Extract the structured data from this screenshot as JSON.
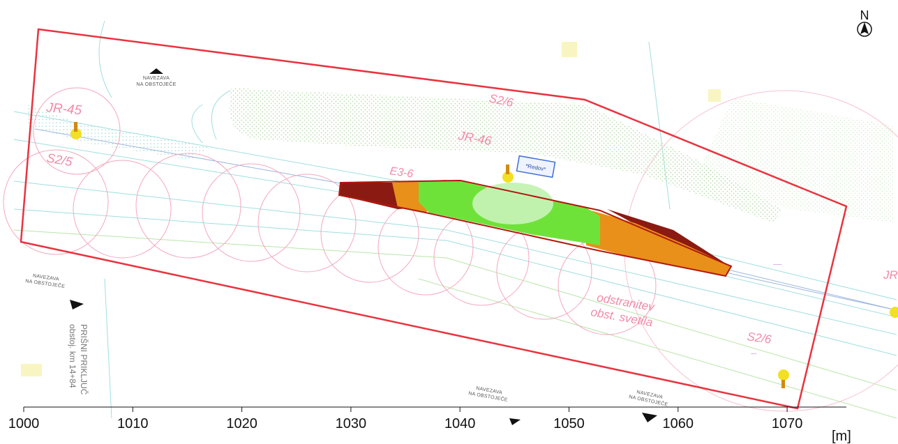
{
  "north_arrow": {
    "letter": "N",
    "icon": "north-arrow-icon"
  },
  "scale_bar": {
    "ticks": [
      "1000",
      "1010",
      "1020",
      "1030",
      "1040",
      "1050",
      "1060",
      "1070"
    ],
    "unit": "[m]"
  },
  "map_labels": {
    "detour_label_1": [
      "NAVEZAVA",
      "NA OBSTOJEČE"
    ],
    "detour_label_2": [
      "NAVEZAVA",
      "NA OBSTOJEČE"
    ],
    "detour_label_3": [
      "NAVEZAVA",
      "NA OBSTOJEČE"
    ],
    "detour_label_4": [
      "NAVEZAVA",
      "NA OBSTOJEČE"
    ],
    "jr_45": "JR-45",
    "jr_46": "JR-46",
    "s2_5_left": "S2/5",
    "s2_6_top": "S2/6",
    "s2_6_bottom": "S2/6",
    "e3_6": "E3-6",
    "jr_edge": "JR",
    "removal_note": [
      "odstranitev",
      "obst. svetila"
    ],
    "vertical_text": [
      "PRIŠNI PRIKLJUČ",
      "obstoj. km 14+84"
    ],
    "sign_box": "*Redov*"
  },
  "colors": {
    "boundary": "#e8333f",
    "dark_red": "#8b1a12",
    "orange": "#e8901a",
    "green": "#6fe23a",
    "light_green": "#c4f2b3",
    "pink": "#f08aa8",
    "cyan": "#9fdede",
    "yellow": "#f2e022"
  }
}
